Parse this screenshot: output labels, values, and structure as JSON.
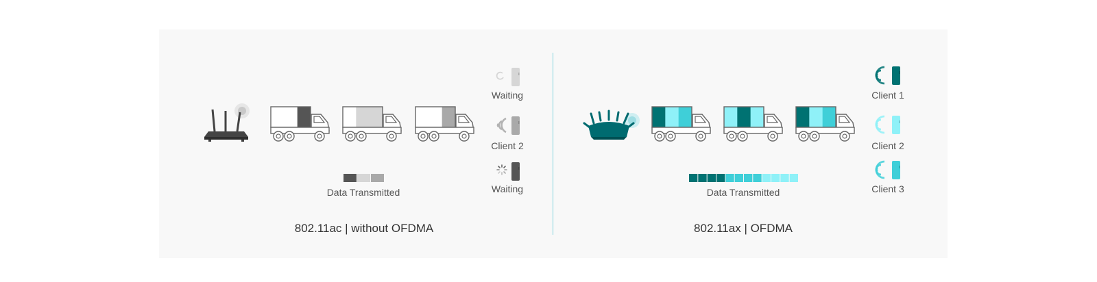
{
  "left": {
    "caption": "802.11ac | without OFDMA",
    "data_label": "Data Transmitted",
    "clients": [
      {
        "label": "Waiting",
        "phone_color": "#d6d6d6",
        "icon": "loading-icon-faint"
      },
      {
        "label": "Client 2",
        "phone_color": "#a9a9a9",
        "icon": "wifi-signal-icon"
      },
      {
        "label": "Waiting",
        "phone_color": "#555555",
        "icon": "loading-spinner-icon"
      }
    ],
    "trucks": [
      {
        "cargo": [
          "#ffffff",
          "#ffffff",
          "#555555"
        ]
      },
      {
        "cargo": [
          "#ffffff",
          "#d6d6d6",
          "#d6d6d6"
        ]
      },
      {
        "cargo": [
          "#ffffff",
          "#ffffff",
          "#a9a9a9"
        ]
      }
    ],
    "data_bar": [
      "#555555",
      "#d6d6d6",
      "#a9a9a9"
    ]
  },
  "right": {
    "caption": "802.11ax | OFDMA",
    "data_label": "Data Transmitted",
    "clients": [
      {
        "label": "Client 1",
        "phone_color": "#007272",
        "icon": "wifi-signal-icon"
      },
      {
        "label": "Client 2",
        "phone_color": "#8ff1f8",
        "icon": "wifi-signal-icon"
      },
      {
        "label": "Client 3",
        "phone_color": "#3fcfd8",
        "icon": "wifi-signal-icon"
      }
    ],
    "trucks": [
      {
        "cargo": [
          "#007272",
          "#8ff1f8",
          "#3fcfd8"
        ]
      },
      {
        "cargo": [
          "#8ff1f8",
          "#007272",
          "#8ff1f8"
        ]
      },
      {
        "cargo": [
          "#007272",
          "#8ff1f8",
          "#3fcfd8"
        ]
      }
    ],
    "data_bar": [
      "#007272",
      "#3fcfd8",
      "#8ff1f8"
    ]
  },
  "colors": {
    "legacy_router": "#444444",
    "ax_router": "#006b70",
    "accent": "#7fd3dd"
  }
}
